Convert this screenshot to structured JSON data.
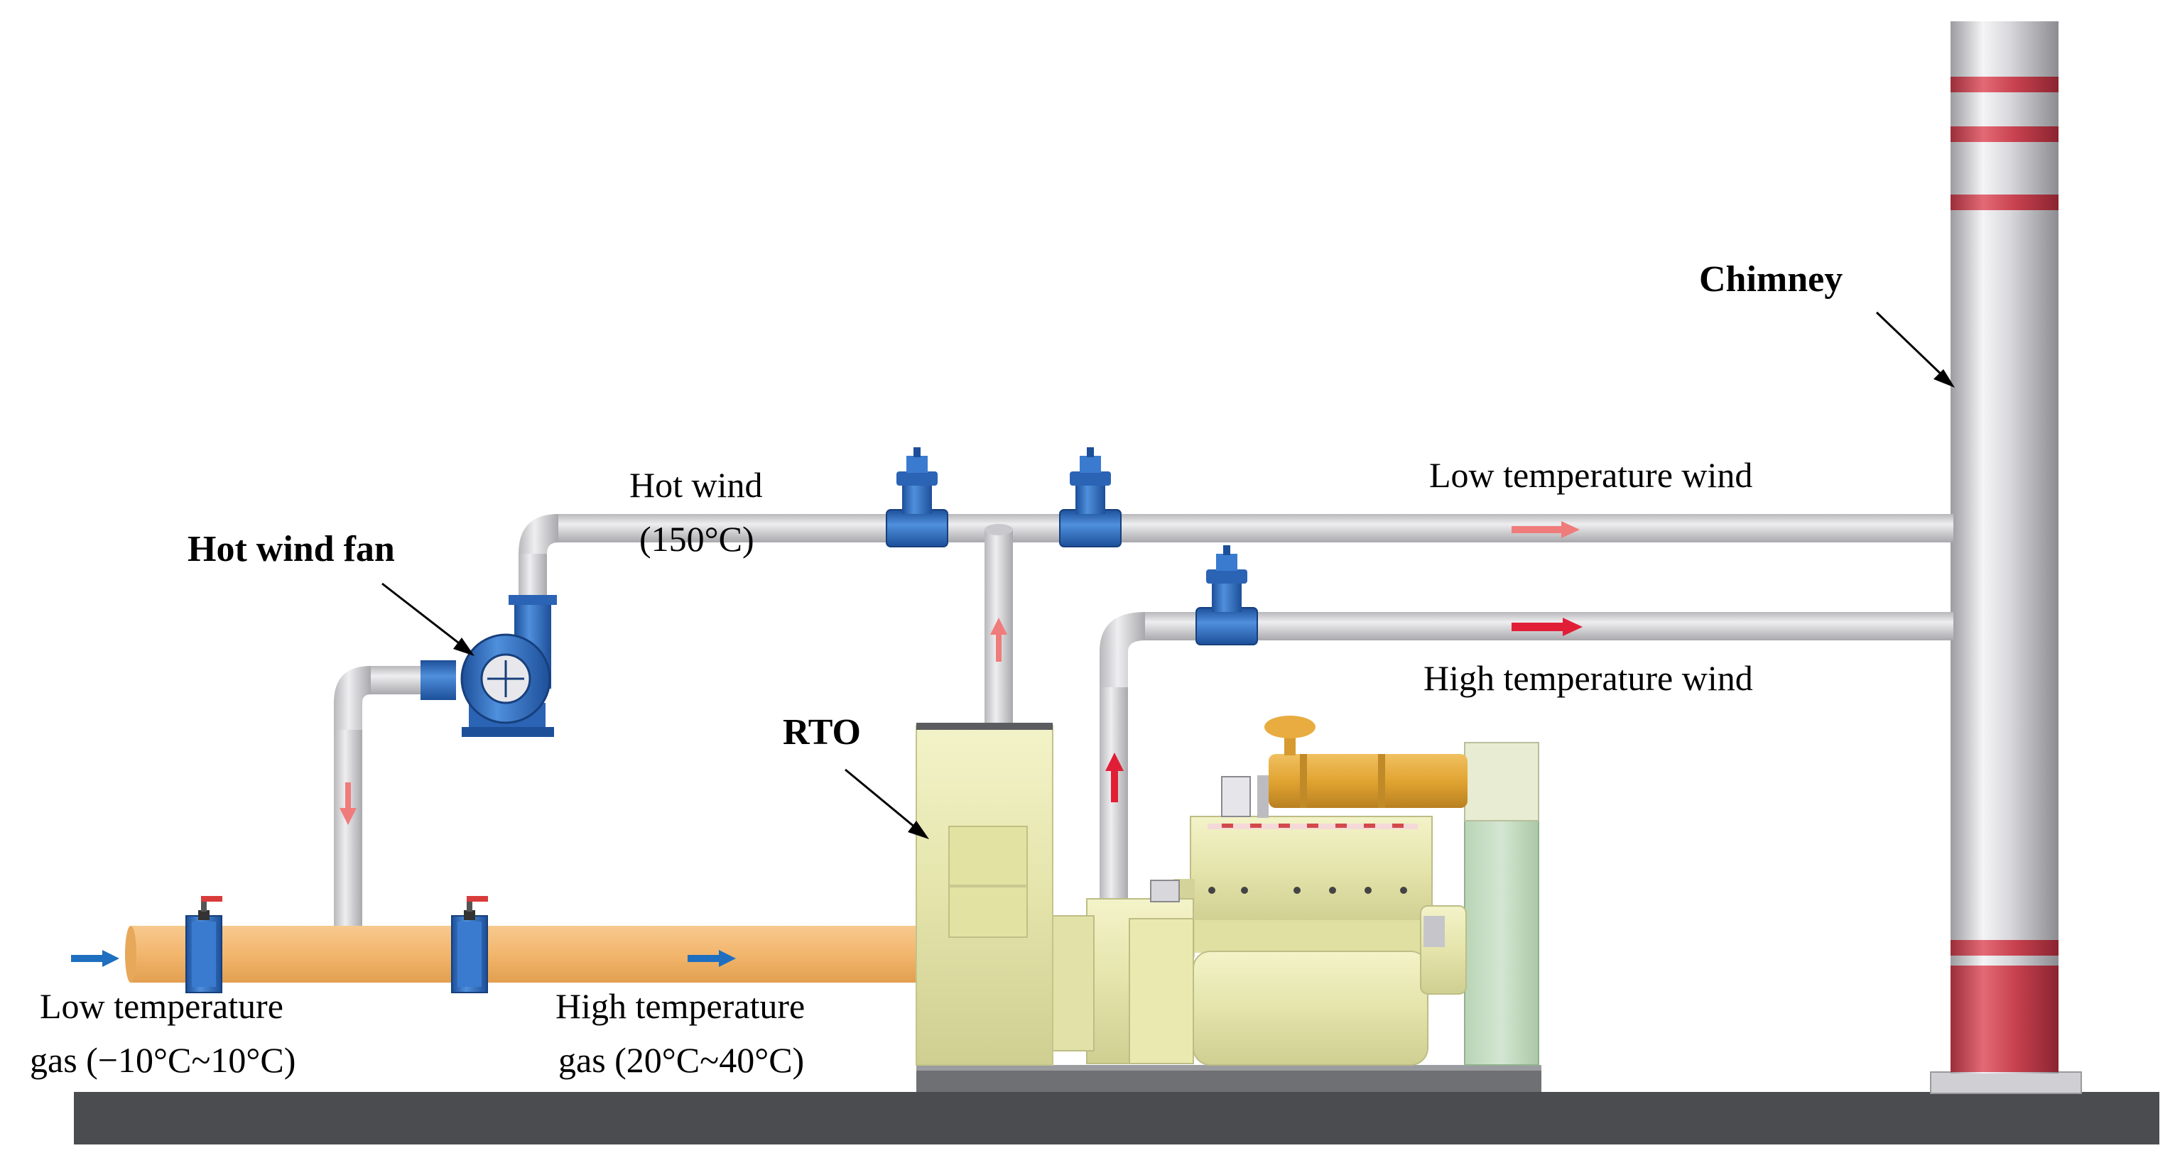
{
  "labels": {
    "chimney": "Chimney",
    "hot_wind_fan": "Hot wind fan",
    "rto": "RTO",
    "hot_wind_line1": "Hot wind",
    "hot_wind_line2": "(150°C)",
    "low_temp_wind": "Low temperature  wind",
    "high_temp_wind": "High temperature  wind",
    "low_temp_gas_line1": "Low temperature",
    "low_temp_gas_line2": "gas (−10°C~10°C)",
    "high_temp_gas_line1": "High temperature",
    "high_temp_gas_line2": "gas (20°C~40°C)"
  },
  "colors": {
    "pipe_gray": "#cfcfd2",
    "gas_pipe_orange": "#f2b66d",
    "blue_arrow": "#1f6fc0",
    "pink_arrow": "#f07b7b",
    "red_arrow": "#e01f37",
    "chimney_band": "#c8414f",
    "rto_body": "#eaeab0",
    "fan_blue": "#2b63b5",
    "ground": "#4a4c50"
  }
}
